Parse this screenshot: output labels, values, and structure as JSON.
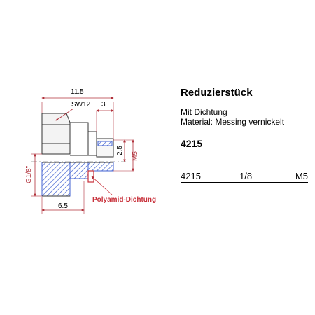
{
  "product": {
    "title": "Reduzierstück",
    "lines": [
      "Mit Dichtung",
      "Material: Messing vernickelt"
    ],
    "article_number": "4215"
  },
  "table_row": {
    "number": "4215",
    "thread": "1/8",
    "size": "M5"
  },
  "drawing": {
    "dim_total_length": "11.5",
    "dim_wrench": "SW12",
    "dim_spigot_length": "3",
    "dim_spigot_height": "2.5",
    "dim_thread_small": "M5",
    "dim_thread_large": "G1/8\"",
    "dim_bore_depth": "6.5",
    "seal_label": "Polyamid-Dichtung",
    "colors": {
      "dimension": "#b0303a",
      "hatch": "#4060d0",
      "seal": "#c8303a",
      "body": "#333333"
    }
  }
}
